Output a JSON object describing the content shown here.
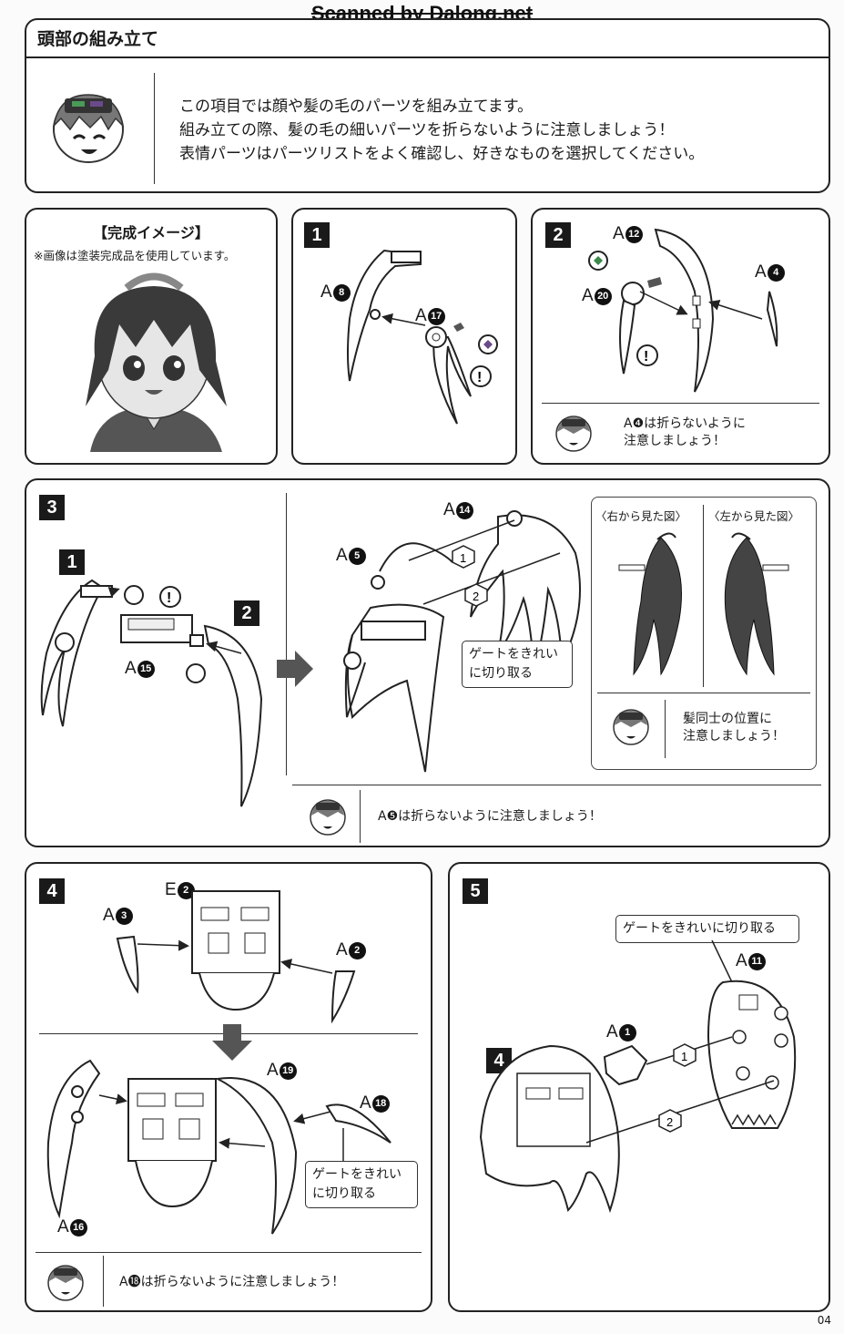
{
  "watermark": "Scanned by Dalong.net",
  "header": {
    "title": "頭部の組み立て",
    "intro": [
      "この項目では顔や髪の毛のパーツを組み立てます。",
      "組み立ての際、髪の毛の細いパーツを折らないように注意しましょう！",
      "表情パーツはパーツリストをよく確認し、好きなものを選択してください。"
    ]
  },
  "preview": {
    "title": "【完成イメージ】",
    "note": "※画像は塗装完成品を使用しています。"
  },
  "step1": {
    "number": "1",
    "parts": [
      {
        "letter": "A",
        "num": "8"
      },
      {
        "letter": "A",
        "num": "17"
      }
    ]
  },
  "step2": {
    "number": "2",
    "parts": [
      {
        "letter": "A",
        "num": "12"
      },
      {
        "letter": "A",
        "num": "4"
      },
      {
        "letter": "A",
        "num": "20"
      }
    ],
    "tip_line1": "A❹は折らないように",
    "tip_line2": "注意しましょう！"
  },
  "step3": {
    "number": "3",
    "sub1": "1",
    "sub2": "2",
    "parts": [
      {
        "letter": "A",
        "num": "15"
      },
      {
        "letter": "A",
        "num": "14"
      },
      {
        "letter": "A",
        "num": "5"
      }
    ],
    "order": [
      "1",
      "2"
    ],
    "gate_line1": "ゲートをきれい",
    "gate_line2": "に切り取る",
    "view_right": "〈右から見た図〉",
    "view_left": "〈左から見た図〉",
    "side_tip_line1": "髪同士の位置に",
    "side_tip_line2": "注意しましょう！",
    "tip": "A❺は折らないように注意しましょう！"
  },
  "step4": {
    "number": "4",
    "parts": [
      {
        "letter": "E",
        "num": "2"
      },
      {
        "letter": "A",
        "num": "3"
      },
      {
        "letter": "A",
        "num": "2"
      },
      {
        "letter": "A",
        "num": "19"
      },
      {
        "letter": "A",
        "num": "18"
      },
      {
        "letter": "A",
        "num": "16"
      }
    ],
    "gate_line1": "ゲートをきれい",
    "gate_line2": "に切り取る",
    "tip": "A⓲は折らないように注意しましょう！"
  },
  "step5": {
    "number": "5",
    "gate": "ゲートをきれいに切り取る",
    "parts": [
      {
        "letter": "A",
        "num": "11"
      },
      {
        "letter": "A",
        "num": "1"
      }
    ],
    "ref": "4",
    "order": [
      "1",
      "2"
    ]
  },
  "page_number": "04",
  "colors": {
    "ink": "#1a1a1a",
    "paper": "#fbfbfb",
    "accent_green": "#3a8a48",
    "accent_purple": "#6a4a8a"
  }
}
